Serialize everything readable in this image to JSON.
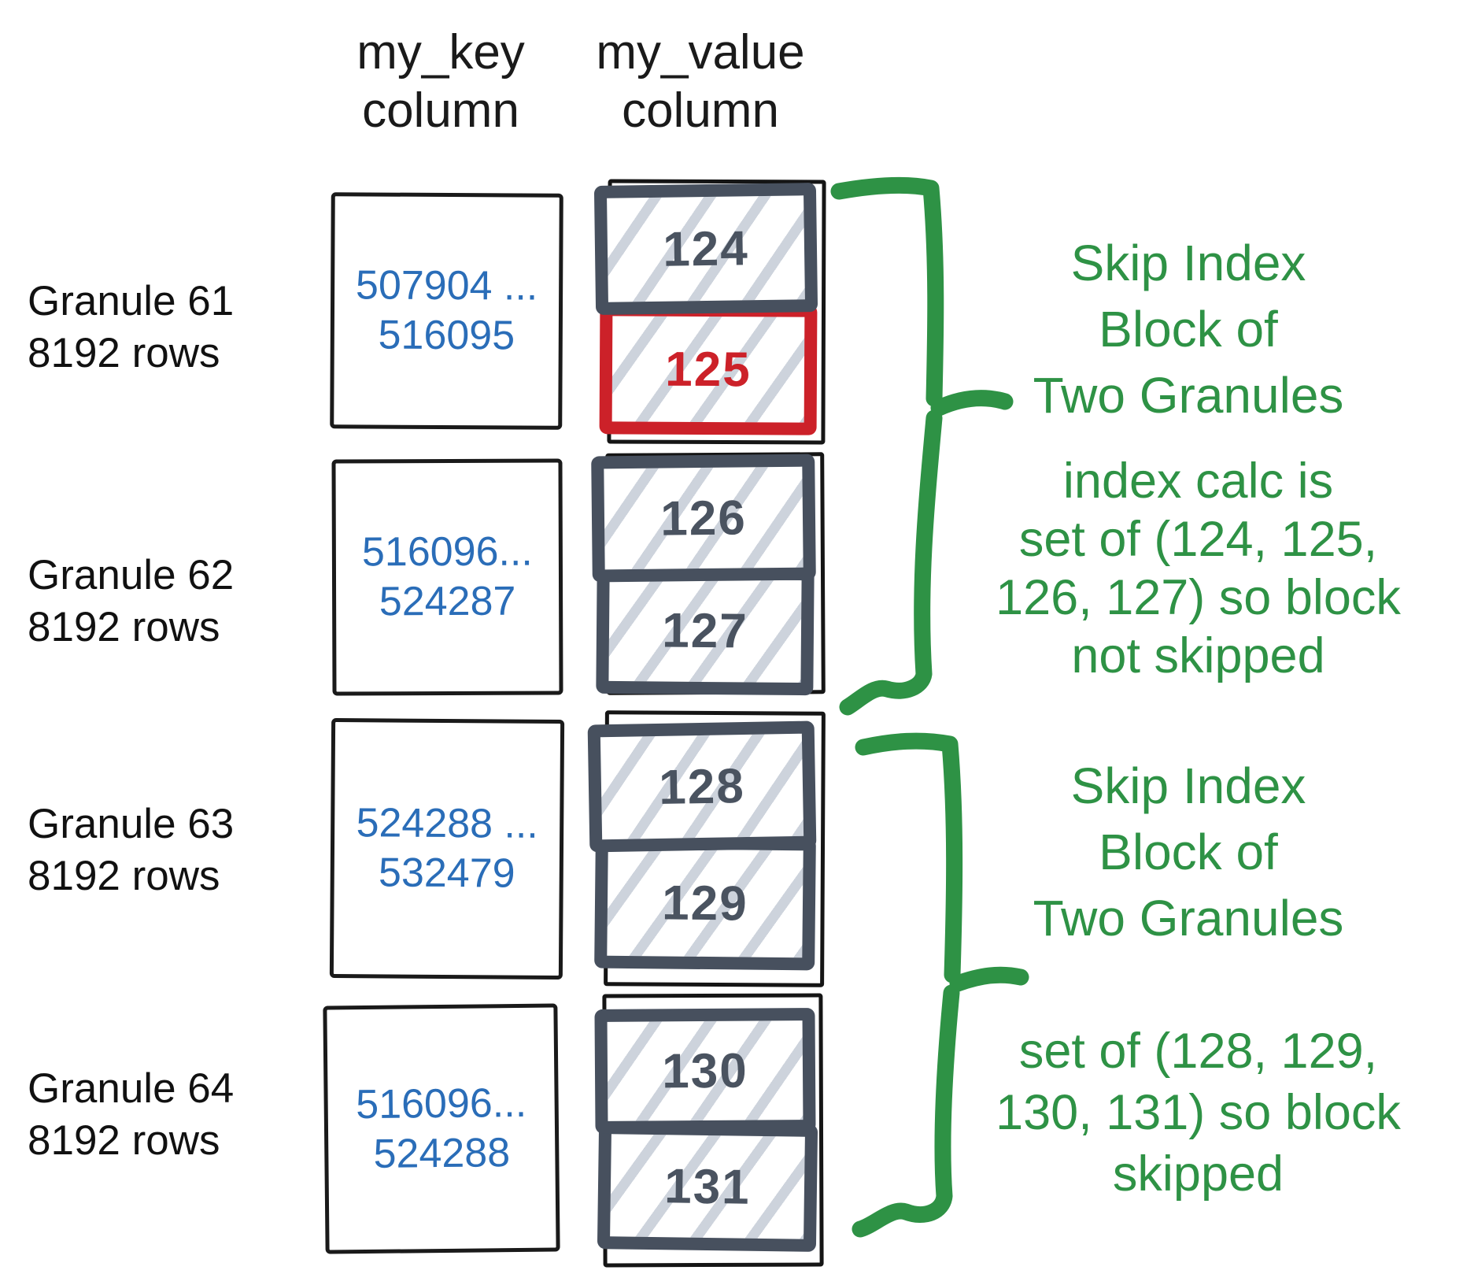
{
  "headers": {
    "key": [
      "my_key",
      "column"
    ],
    "value": [
      "my_value",
      "column"
    ]
  },
  "granules": [
    {
      "label": [
        "Granule 61",
        "8192 rows"
      ],
      "key_range": [
        "507904 ...",
        "516095"
      ],
      "blocks": [
        {
          "value": "124"
        },
        {
          "value": "125",
          "highlighted": true
        }
      ]
    },
    {
      "label": [
        "Granule 62",
        "8192 rows"
      ],
      "key_range": [
        "516096...",
        "524287"
      ],
      "blocks": [
        {
          "value": "126"
        },
        {
          "value": "127"
        }
      ]
    },
    {
      "label": [
        "Granule 63",
        "8192 rows"
      ],
      "key_range": [
        "524288 ...",
        "532479"
      ],
      "blocks": [
        {
          "value": "128"
        },
        {
          "value": "129"
        }
      ]
    },
    {
      "label": [
        "Granule 64",
        "8192 rows"
      ],
      "key_range": [
        "516096...",
        "524288"
      ],
      "blocks": [
        {
          "value": "130"
        },
        {
          "value": "131"
        }
      ]
    }
  ],
  "annotations": [
    {
      "lines": [
        "Skip Index",
        "Block of",
        "Two Granules"
      ]
    },
    {
      "lines": [
        "index calc is",
        "set of (124, 125,",
        "126, 127) so block",
        "not skipped"
      ]
    },
    {
      "lines": [
        "Skip Index",
        "Block of",
        "Two Granules"
      ]
    },
    {
      "lines": [
        "set of (128, 129,",
        "130, 131) so block",
        "skipped"
      ]
    }
  ],
  "colors": {
    "annotation_green": "#2e9245",
    "key_text_blue": "#2a6db8",
    "block_border_slate": "#47505e",
    "block_number_slate": "#4a5360",
    "highlight_red": "#cc2129",
    "hatch_gray": "#cdd3dc",
    "sketch_black": "#1a1a1a"
  }
}
